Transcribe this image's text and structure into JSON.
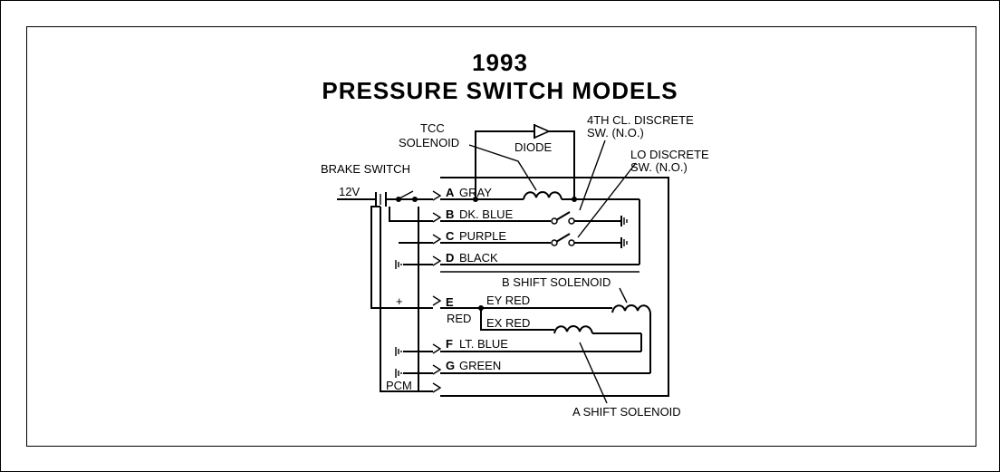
{
  "title": {
    "year": "1993",
    "heading": "PRESSURE SWITCH MODELS"
  },
  "labels": {
    "brake_switch": "BRAKE SWITCH",
    "voltage": "12V",
    "tcc_line1": "TCC",
    "tcc_line2": "SOLENOID",
    "diode": "DIODE",
    "fourth_line1": "4TH CL. DISCRETE",
    "fourth_line2": "SW. (N.O.)",
    "lo_line1": "LO DISCRETE",
    "lo_line2": "SW. (N.O.)",
    "plus": "+",
    "b_shift": "B SHIFT SOLENOID",
    "a_shift": "A SHIFT SOLENOID",
    "pcm": "PCM",
    "ey_red": "EY RED",
    "ex_red": "EX RED",
    "e_red": "RED"
  },
  "pins": [
    {
      "letter": "A",
      "wire": "GRAY"
    },
    {
      "letter": "B",
      "wire": "DK. BLUE"
    },
    {
      "letter": "C",
      "wire": "PURPLE"
    },
    {
      "letter": "D",
      "wire": "BLACK"
    },
    {
      "letter": "E",
      "wire": ""
    },
    {
      "letter": "F",
      "wire": "LT. BLUE"
    },
    {
      "letter": "G",
      "wire": "GREEN"
    }
  ]
}
